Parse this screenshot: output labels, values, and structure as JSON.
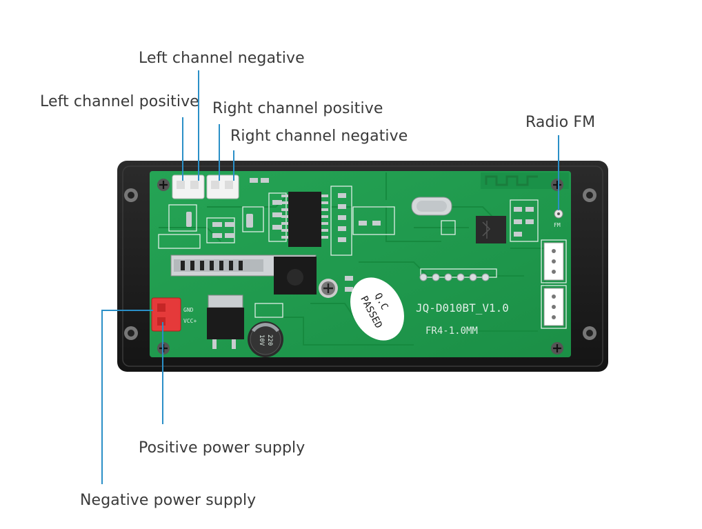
{
  "labels": {
    "left_channel_negative": "Left channel negative",
    "left_channel_positive": "Left channel positive",
    "right_channel_positive": "Right channel positive",
    "right_channel_negative": "Right channel negative",
    "radio_fm": "Radio FM",
    "positive_power_supply": "Positive power supply",
    "negative_power_supply": "Negative power supply"
  },
  "board": {
    "model": "JQ-D010BT_V1.0",
    "material": "FR4-1.0MM",
    "qc_stamp_line1": "Q.C",
    "qc_stamp_line2": "PASSED",
    "fm_pad": "FM",
    "gnd_pin": "GND",
    "vcc_pin": "VCC+",
    "capacitor_value": "220",
    "capacitor_voltage": "10V"
  },
  "colors": {
    "leader_line": "#2a8fc7",
    "pcb_green": "#1f9a4c",
    "frame_black": "#1d1d1d",
    "label_text": "#3a3a3a"
  }
}
